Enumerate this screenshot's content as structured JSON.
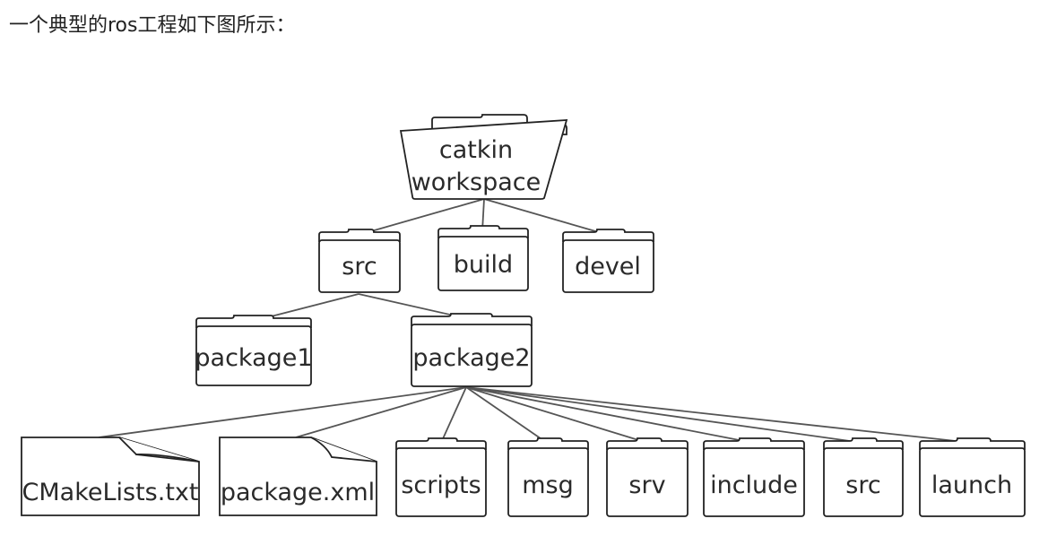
{
  "intro_text": "一个典型的ros工程如下图所示：",
  "diagram": {
    "root": {
      "line1": "catkin",
      "line2": "workspace"
    },
    "level1": [
      "src",
      "build",
      "devel"
    ],
    "level2": [
      "package1",
      "package2"
    ],
    "files": [
      "CMakeLists.txt",
      "package.xml"
    ],
    "folders": [
      "scripts",
      "msg",
      "srv",
      "include",
      "src",
      "launch"
    ]
  }
}
